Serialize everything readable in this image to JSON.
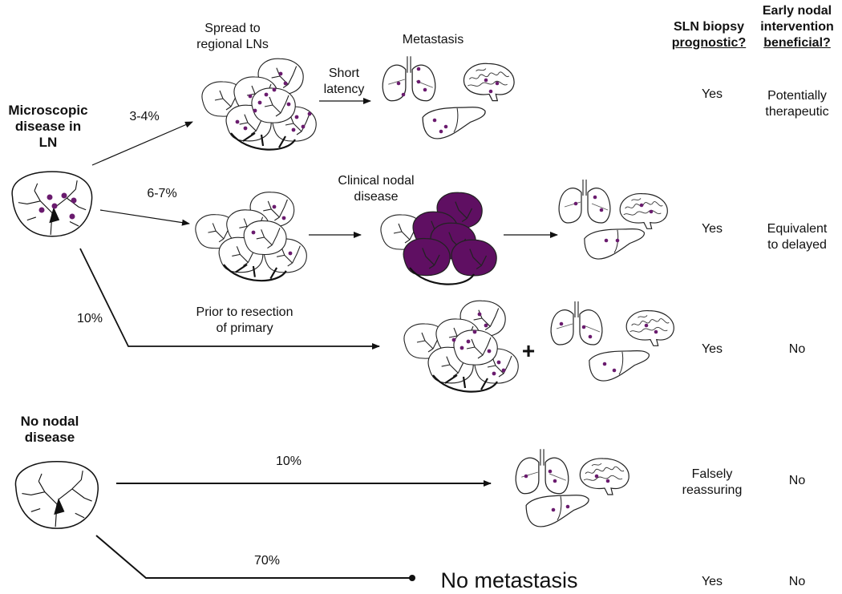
{
  "columns": {
    "sln_line1": "SLN biopsy",
    "sln_line2": "prognostic?",
    "early_line1": "Early nodal",
    "early_line2": "intervention",
    "early_line3": "beneficial?"
  },
  "groups": {
    "micro_line1": "Microscopic",
    "micro_line2": "disease in",
    "micro_line3": "LN",
    "none_line1": "No nodal",
    "none_line2": "disease"
  },
  "paths": [
    {
      "pct": "3-4%",
      "sln": "Yes",
      "early_line1": "Potentially",
      "early_line2": "therapeutic"
    },
    {
      "pct": "6-7%",
      "sln": "Yes",
      "early_line1": "Equivalent",
      "early_line2": "to delayed"
    },
    {
      "pct": "10%",
      "sln": "Yes",
      "early_line1": "No",
      "early_line2": ""
    },
    {
      "pct": "10%",
      "sln_line1": "Falsely",
      "sln_line2": "reassuring",
      "early_line1": "No"
    },
    {
      "pct": "70%",
      "sln": "Yes",
      "early_line1": "No"
    }
  ],
  "stages": {
    "spread_line1": "Spread to",
    "spread_line2": "regional LNs",
    "metastasis": "Metastasis",
    "short_line1": "Short",
    "short_line2": "latency",
    "clinical_line1": "Clinical nodal",
    "clinical_line2": "disease",
    "prior_line1": "Prior to resection",
    "prior_line2": "of primary",
    "plus": "+",
    "no_metastasis": "No metastasis"
  },
  "colors": {
    "purple": "#6a1b6e",
    "ink": "#111111"
  }
}
